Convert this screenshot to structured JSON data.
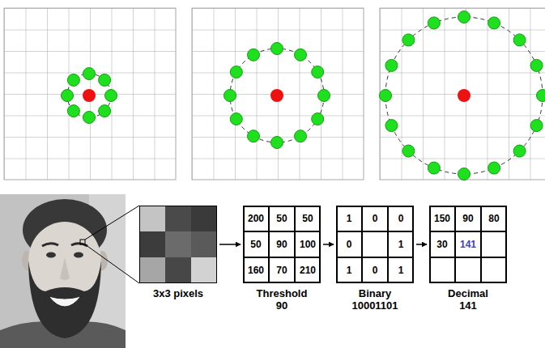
{
  "diagram": {
    "nodes": [
      {
        "text": [
          "3x3 pixels"
        ]
      },
      {
        "text": [
          "Threshold 90"
        ]
      },
      {
        "text": [
          "Binary 10001101"
        ]
      },
      {
        "text": [
          "Decimal 141"
        ]
      }
    ],
    "edges": [
      {
        "from": 0,
        "to": 1,
        "arrow": "to"
      },
      {
        "from": 1,
        "to": 2,
        "arrow": "to"
      },
      {
        "from": 2,
        "to": 3,
        "arrow": "to"
      }
    ],
    "labels": [
      "200",
      "50",
      "50",
      "50",
      "90",
      "100",
      "160",
      "70",
      "210",
      "1",
      "0",
      "0",
      "0",
      "1",
      "1",
      "0",
      "1",
      "150",
      "90",
      "80",
      "30",
      "141"
    ]
  }
}
